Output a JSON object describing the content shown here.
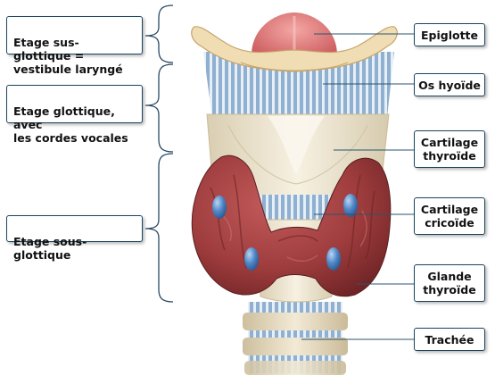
{
  "zones": [
    {
      "id": "supraglottic",
      "label": "Etage sus-glottique =\n vestibule laryngé"
    },
    {
      "id": "glottic",
      "label": "Etage glottique, avec\nles cordes vocales"
    },
    {
      "id": "subglottic",
      "label": "Etage sous-glottique"
    }
  ],
  "structures": [
    {
      "id": "epiglottis",
      "label": "Epiglotte"
    },
    {
      "id": "hyoid",
      "label": "Os hyoïde"
    },
    {
      "id": "thyroid-cartilage",
      "label": "Cartilage\nthyroïde"
    },
    {
      "id": "cricoid",
      "label": "Cartilage\ncricoïde"
    },
    {
      "id": "thyroid-gland",
      "label": "Glande\nthyroïde"
    },
    {
      "id": "trachea",
      "label": "Trachée"
    }
  ],
  "colors": {
    "label_border": "#1b4560",
    "leader_line": "#2a5570",
    "brace": "#2a4a66",
    "epiglottis": "#e07a7c",
    "hyoid": "#f1ddb4",
    "cartilage": "#ece3cb",
    "membrane": "#a9c4dc",
    "thyroid_gland": "#9b3b3c",
    "parathyroid": "#4f86c6"
  }
}
